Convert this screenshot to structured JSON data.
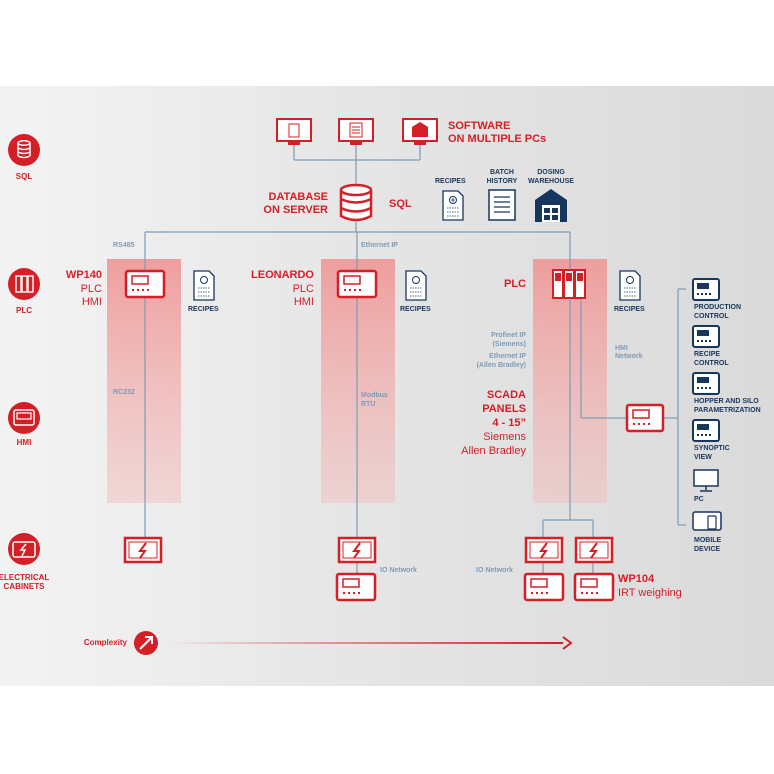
{
  "left_categories": {
    "sql": "SQL",
    "plc": "PLC",
    "hmi": "HMI",
    "cabinets_line1": "ELECTRICAL",
    "cabinets_line2": "CABINETS"
  },
  "top": {
    "software_line1": "SOFTWARE",
    "software_line2": "ON MULTIPLE PCs",
    "database_line1": "DATABASE",
    "database_line2": "ON SERVER",
    "sql": "SQL",
    "recipes": "RECIPES",
    "batch_line1": "BATCH",
    "batch_line2": "HISTORY",
    "dosing_line1": "DOSING",
    "dosing_line2": "WAREHOUSE"
  },
  "network_labels": {
    "rs485": "RS485",
    "ethernet_ip": "Ethernet IP",
    "rc232": "RC232",
    "modbus_line1": "Modbus",
    "modbus_line2": "RTU",
    "io_network_1": "IO Network",
    "io_network_2": "IO Network",
    "hmi_network_line1": "HMI",
    "hmi_network_line2": "Network",
    "profinet_line1": "Profinet IP",
    "profinet_line2": "(Siemens)",
    "ethernetip_line1": "Ethernet IP",
    "ethernetip_line2": "(Allen Bradley)"
  },
  "columns": {
    "wp140": {
      "name": "WP140",
      "line2": "PLC",
      "line3": "HMI",
      "recipes": "RECIPES"
    },
    "leonardo": {
      "name": "LEONARDO",
      "line2": "PLC",
      "line3": "HMI",
      "recipes": "RECIPES"
    },
    "plc": {
      "name": "PLC",
      "recipes": "RECIPES"
    }
  },
  "scada": {
    "line1": "SCADA",
    "line2": "PANELS",
    "line3": "4 - 15”",
    "line4": "Siemens",
    "line5": "Allen Bradley"
  },
  "wp104": {
    "name": "WP104",
    "desc": "IRT weighing"
  },
  "right_list": [
    {
      "line1": "PRODUCTION",
      "line2": "CONTROL"
    },
    {
      "line1": "RECIPE",
      "line2": "CONTROL"
    },
    {
      "line1": "HOPPER AND SILO",
      "line2": "PARAMETRIZATION"
    },
    {
      "line1": "SYNOPTIC",
      "line2": "VIEW"
    },
    {
      "line1": "PC",
      "line2": ""
    },
    {
      "line1": "MOBILE",
      "line2": "DEVICE"
    }
  ],
  "complexity": "Complexity",
  "colors": {
    "brand_red": "#d41f26",
    "navy": "#17365d",
    "steel": "#7f9bb6",
    "band_top": "#ef9a9a"
  },
  "icons": [
    "database-icon",
    "plc-rack-icon",
    "hmi-panel-icon",
    "electrical-cabinet-icon",
    "recipe-document-icon",
    "batch-history-icon",
    "warehouse-icon",
    "monitor-icon",
    "tablet-icon",
    "arrow-up-right-icon"
  ]
}
